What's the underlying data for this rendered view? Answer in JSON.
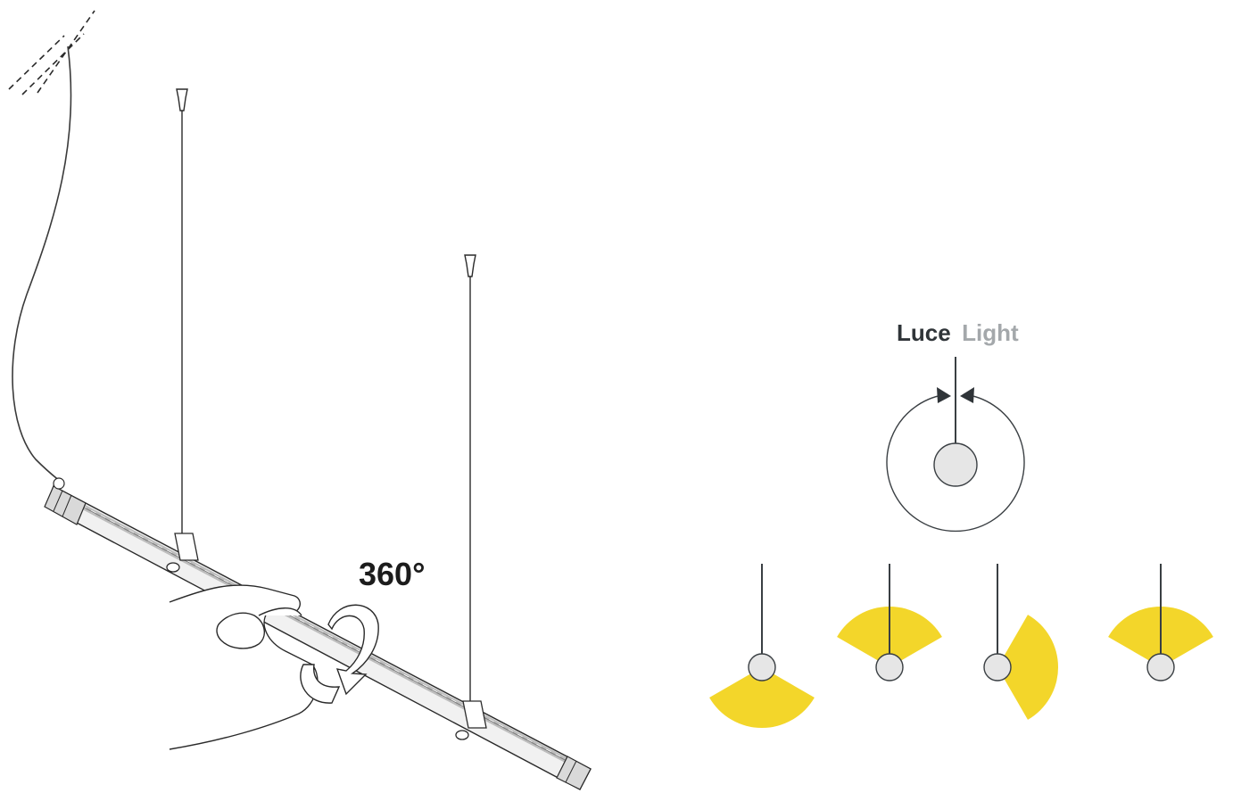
{
  "rotation_label": "360°",
  "legend": {
    "word_it": "Luce",
    "word_en": "Light"
  },
  "colors": {
    "light_beam": "#f3d62a",
    "pivot_fill": "#e6e6e6",
    "stroke": "#3a3f43",
    "luce_text": "#2f3438",
    "light_text": "#a4a8ab",
    "tube_body": "#f1f1f1"
  },
  "icons": [
    "ceiling-hatch-icon",
    "hanger-hook-icon",
    "hand-icon",
    "rotation-arrow-icon",
    "beam-sector-icon",
    "pivot-circle-icon"
  ],
  "beam_orientations_deg": [
    180,
    0,
    90,
    0
  ]
}
